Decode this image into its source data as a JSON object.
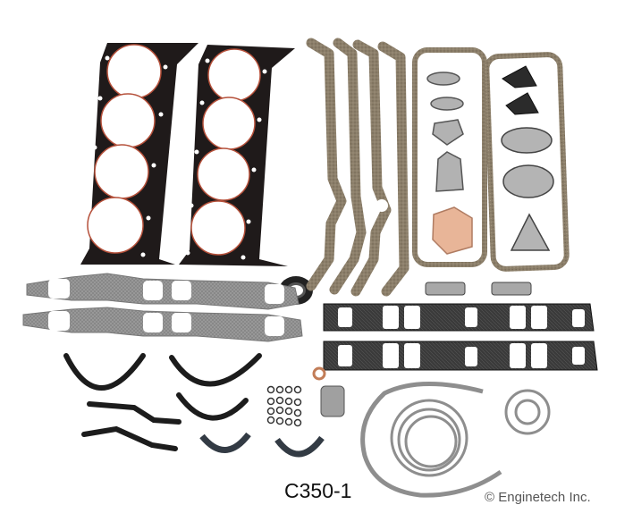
{
  "product": {
    "part_number": "C350-1",
    "copyright": "© Enginetech Inc.",
    "subject": "engine gasket set"
  },
  "components": [
    {
      "name": "cylinder head gasket",
      "count": 2,
      "color": "#1f1a1a"
    },
    {
      "name": "oil pan side gasket",
      "count": 4,
      "color": "#8c7f6a"
    },
    {
      "name": "valve cover gasket",
      "count": 2,
      "color": "#8c7f6a"
    },
    {
      "name": "exhaust manifold gasket",
      "count": 2,
      "color": "#9a9a9a"
    },
    {
      "name": "intake manifold gasket",
      "count": 2,
      "color": "#2e2e2e"
    },
    {
      "name": "rear main seal",
      "count": 1,
      "color": "#333333"
    },
    {
      "name": "timing cover gasket",
      "count": 1,
      "color": "#8e8e8e"
    },
    {
      "name": "valve stem o-rings",
      "count": 16,
      "color": "#333333"
    },
    {
      "name": "water pump gasket",
      "count": 1,
      "color": "#e8b598"
    }
  ],
  "colors": {
    "background": "#ffffff",
    "head_gasket": "#1f1a1a",
    "head_gasket_bead": "#b5503a",
    "cork": "#8c7f6a",
    "graphite": "#9a9a9a",
    "text": "#111111",
    "copyright_text": "#555555"
  }
}
